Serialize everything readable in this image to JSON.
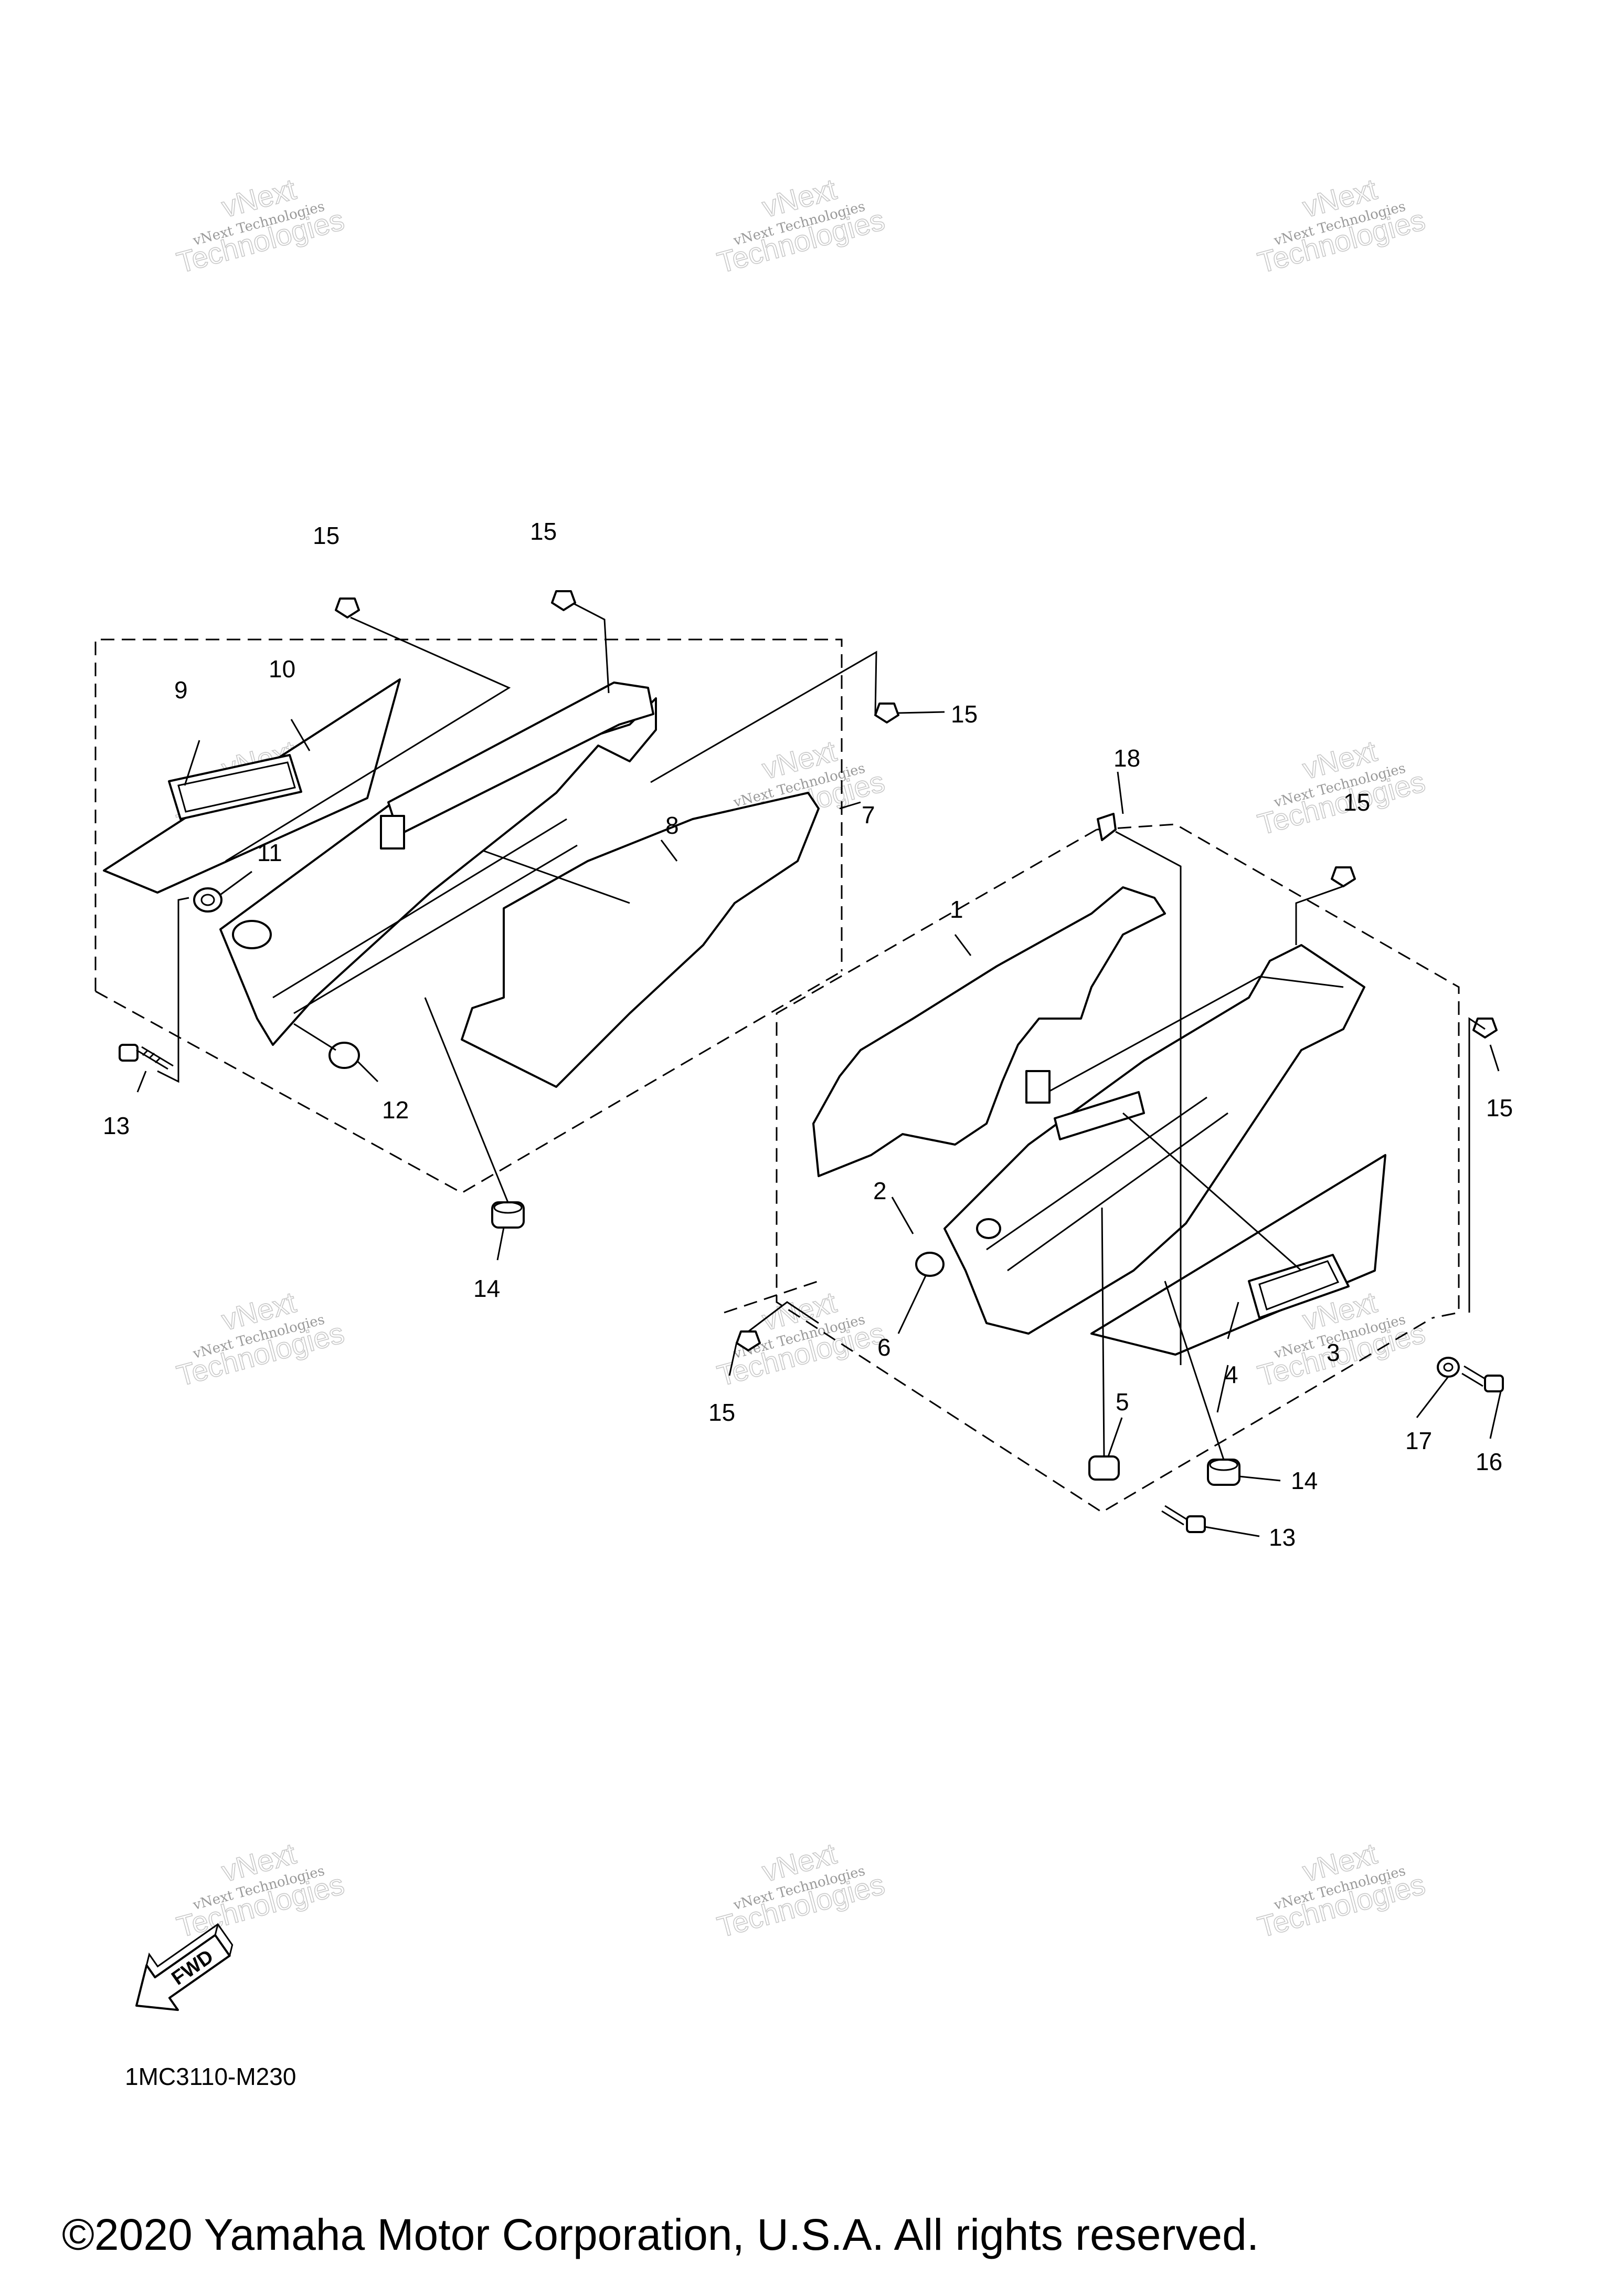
{
  "watermark": {
    "line1": "vNext Technologies",
    "line2": "vNext",
    "line3": "Technologies"
  },
  "callouts": [
    "1",
    "2",
    "3",
    "4",
    "5",
    "6",
    "7",
    "8",
    "9",
    "10",
    "11",
    "12",
    "13",
    "14",
    "15",
    "16",
    "17",
    "18"
  ],
  "fwd_label": "FWD",
  "diagram_code": "1MC3110-M230",
  "copyright": "©2020 Yamaha Motor Corporation, U.S.A. All rights reserved."
}
